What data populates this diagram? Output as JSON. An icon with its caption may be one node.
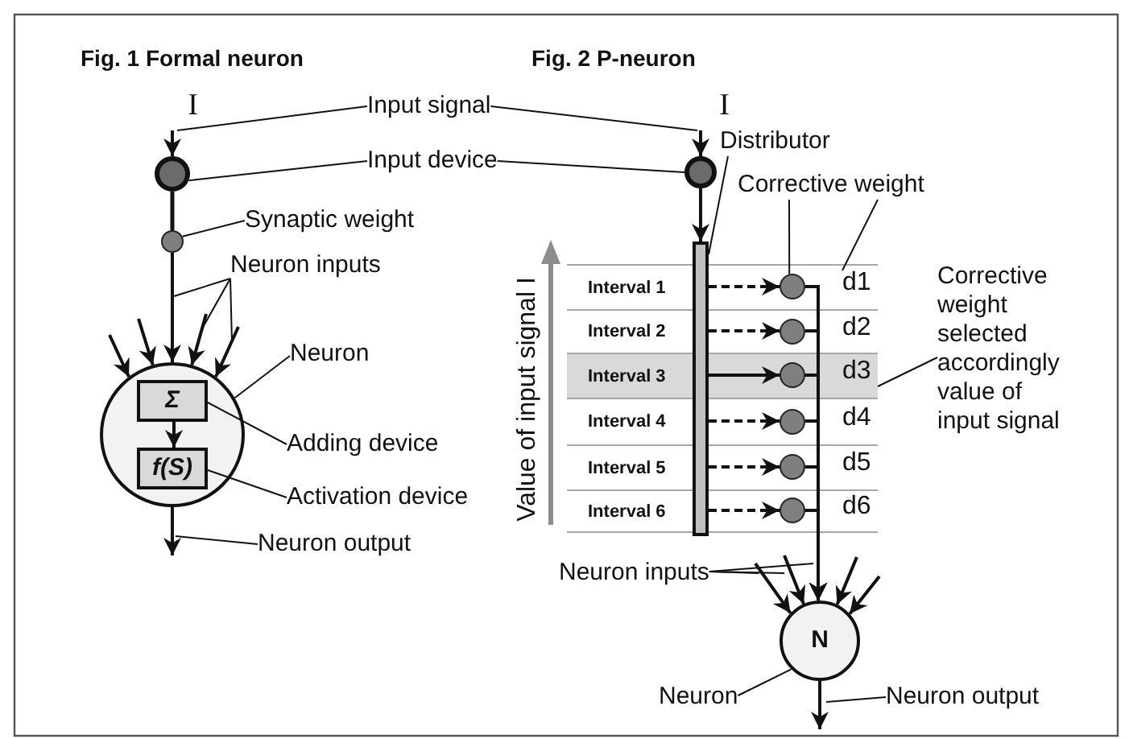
{
  "diagram": {
    "nodes": [
      {
        "text": [
          "I"
        ]
      },
      {
        "text": [],
        "shape": "circle"
      },
      {
        "text": [],
        "shape": "circle"
      },
      {
        "text": [],
        "shape": "circle"
      },
      {
        "text": [
          "Σ"
        ],
        "in": 3
      },
      {
        "text": [
          "f(S)"
        ],
        "in": 3
      },
      {
        "text": [
          "Input signal"
        ]
      },
      {
        "text": [
          "Input device"
        ]
      },
      {
        "text": [
          "Synaptic weight"
        ]
      },
      {
        "text": [
          "Neuron inputs"
        ]
      },
      {
        "text": [
          "Neuron"
        ]
      },
      {
        "text": [
          "Adding device"
        ]
      },
      {
        "text": [
          "Activation device"
        ]
      },
      {
        "text": [
          "Neuron output"
        ]
      },
      {
        "text": [
          "I"
        ]
      },
      {
        "text": [],
        "shape": "circle"
      },
      {
        "text": [],
        "shape": "bar"
      },
      {
        "text": [
          "Interval 1"
        ]
      },
      {
        "text": [
          "Interval 2"
        ]
      },
      {
        "text": [
          "Interval 3"
        ]
      },
      {
        "text": [
          "Interval 4"
        ]
      },
      {
        "text": [
          "Interval 5"
        ]
      },
      {
        "text": [
          "Interval 6"
        ]
      },
      {
        "text": [],
        "shape": "circle",
        "beside": [
          "d1"
        ],
        "in": 17
      },
      {
        "text": [],
        "shape": "circle",
        "beside": [
          "d2"
        ],
        "in": 18
      },
      {
        "text": [],
        "shape": "circle",
        "beside": [
          "d3"
        ],
        "in": 19
      },
      {
        "text": [],
        "shape": "circle",
        "beside": [
          "d4"
        ],
        "in": 20
      },
      {
        "text": [],
        "shape": "circle",
        "beside": [
          "d5"
        ],
        "in": 21
      },
      {
        "text": [],
        "shape": "circle",
        "beside": [
          "d6"
        ],
        "in": 22
      },
      {
        "text": [
          "N"
        ]
      },
      {
        "text": [
          "Distributor"
        ]
      },
      {
        "text": [
          "Corrective weight"
        ]
      },
      {
        "text": [
          "Corrective weight selected accordingly value of input signal"
        ]
      },
      {
        "text": [
          "Neuron inputs"
        ]
      },
      {
        "text": [
          "Neuron"
        ]
      },
      {
        "text": [
          "Neuron output"
        ]
      }
    ],
    "edges": [
      {
        "from": 0,
        "to": 1,
        "arrow": "to"
      },
      {
        "from": 1,
        "to": 2,
        "arrow": "none"
      },
      {
        "from": 2,
        "to": 3,
        "arrow": "to"
      },
      {
        "from": null,
        "to": 3,
        "arrow": "to"
      },
      {
        "from": null,
        "to": 3,
        "arrow": "to"
      },
      {
        "from": null,
        "to": 3,
        "arrow": "to"
      },
      {
        "from": null,
        "to": 3,
        "arrow": "to"
      },
      {
        "from": 4,
        "to": 5,
        "arrow": "to"
      },
      {
        "from": 3,
        "to": null,
        "arrow": "to"
      },
      {
        "from": 6,
        "to": 0,
        "arrow": "none"
      },
      {
        "from": 6,
        "to": 14,
        "arrow": "none"
      },
      {
        "from": 7,
        "to": 1,
        "arrow": "none"
      },
      {
        "from": 7,
        "to": 15,
        "arrow": "none"
      },
      {
        "from": 8,
        "to": 2,
        "arrow": "none"
      },
      {
        "from": 9,
        "to": null,
        "arrow": "none"
      },
      {
        "from": 9,
        "to": null,
        "arrow": "none"
      },
      {
        "from": 9,
        "to": null,
        "arrow": "none"
      },
      {
        "from": 10,
        "to": 3,
        "arrow": "none"
      },
      {
        "from": 11,
        "to": 4,
        "arrow": "none"
      },
      {
        "from": 12,
        "to": 5,
        "arrow": "none"
      },
      {
        "from": 13,
        "to": null,
        "arrow": "none"
      },
      {
        "from": 14,
        "to": 15,
        "arrow": "to"
      },
      {
        "from": 15,
        "to": 16,
        "arrow": "to"
      },
      {
        "from": 16,
        "to": 23,
        "arrow": "to",
        "style": "dashed"
      },
      {
        "from": 16,
        "to": 24,
        "arrow": "to",
        "style": "dashed"
      },
      {
        "from": 16,
        "to": 25,
        "arrow": "to"
      },
      {
        "from": 16,
        "to": 26,
        "arrow": "to",
        "style": "dashed"
      },
      {
        "from": 16,
        "to": 27,
        "arrow": "to",
        "style": "dashed"
      },
      {
        "from": 16,
        "to": 28,
        "arrow": "to",
        "style": "dashed"
      },
      {
        "from": 23,
        "to": 29,
        "arrow": "to"
      },
      {
        "from": 24,
        "to": 29,
        "arrow": "to"
      },
      {
        "from": 25,
        "to": 29,
        "arrow": "to"
      },
      {
        "from": 26,
        "to": 29,
        "arrow": "to"
      },
      {
        "from": 27,
        "to": 29,
        "arrow": "to"
      },
      {
        "from": 28,
        "to": 29,
        "arrow": "to"
      },
      {
        "from": null,
        "to": 29,
        "arrow": "to"
      },
      {
        "from": null,
        "to": 29,
        "arrow": "to"
      },
      {
        "from": null,
        "to": 29,
        "arrow": "to"
      },
      {
        "from": null,
        "to": 29,
        "arrow": "to"
      },
      {
        "from": 29,
        "to": null,
        "arrow": "to"
      },
      {
        "from": 30,
        "to": 16,
        "arrow": "none"
      },
      {
        "from": 31,
        "to": 23,
        "arrow": "none"
      },
      {
        "from": 31,
        "to": 23,
        "arrow": "none"
      },
      {
        "from": 32,
        "to": 19,
        "arrow": "none"
      },
      {
        "from": 33,
        "to": null,
        "arrow": "none"
      },
      {
        "from": 33,
        "to": null,
        "arrow": "none"
      },
      {
        "from": 33,
        "to": null,
        "arrow": "none"
      },
      {
        "from": 34,
        "to": 29,
        "arrow": "none"
      },
      {
        "from": 35,
        "to": null,
        "arrow": "none"
      }
    ],
    "labels": [
      "Fig. 1 Formal neuron",
      "Fig. 2 P-neuron",
      "Value of input signal I"
    ]
  }
}
